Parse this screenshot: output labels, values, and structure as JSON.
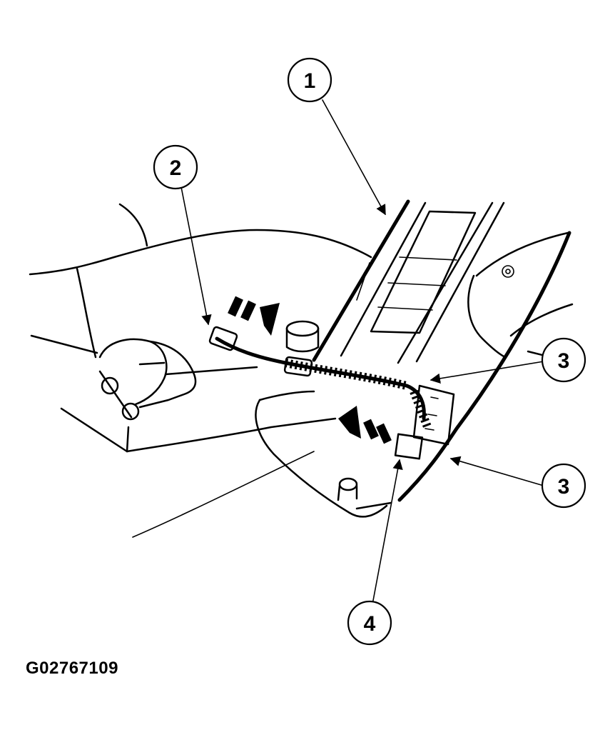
{
  "callouts": [
    {
      "id": "callout-1",
      "label": "1"
    },
    {
      "id": "callout-2",
      "label": "2"
    },
    {
      "id": "callout-3a",
      "label": "3"
    },
    {
      "id": "callout-3b",
      "label": "3"
    },
    {
      "id": "callout-4",
      "label": "4"
    }
  ],
  "figure_id": "G02767109"
}
